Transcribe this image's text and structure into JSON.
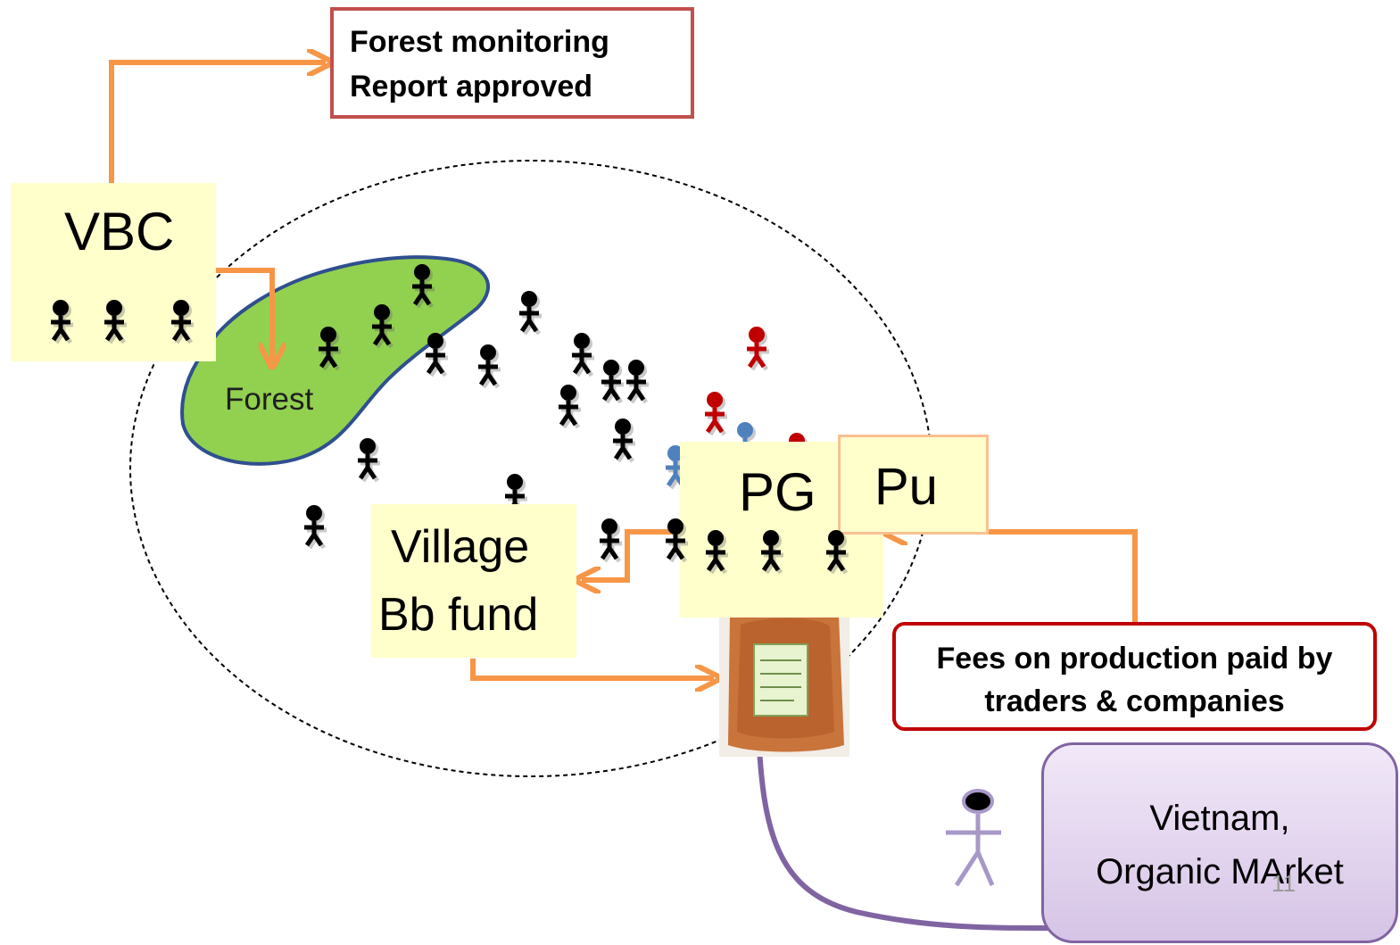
{
  "report_box": {
    "line1": "Forest monitoring",
    "line2": "Report approved"
  },
  "vbc": {
    "label": "VBC"
  },
  "forest": {
    "label": "Forest"
  },
  "pg": {
    "label": "PG"
  },
  "pu": {
    "label": "Pu"
  },
  "village_fund": {
    "line1": "Village",
    "line2": "Bb fund"
  },
  "fees_box": {
    "line1": "Fees on production paid by",
    "line2": "traders & companies"
  },
  "market": {
    "line1": "Vietnam,",
    "line2": "Organic MArket"
  },
  "page_number": "11",
  "colors": {
    "arrow": "#f79646",
    "forest_fill": "#92d050",
    "forest_stroke": "#2f4f8f",
    "box_yellow": "#ffffcc",
    "report_border": "#c0504d",
    "fees_border": "#c00000",
    "market_fill": "#e4d4f0",
    "market_border": "#8064a2",
    "person_black": "#000000",
    "person_red": "#c00000",
    "person_blue": "#4f81bd"
  }
}
